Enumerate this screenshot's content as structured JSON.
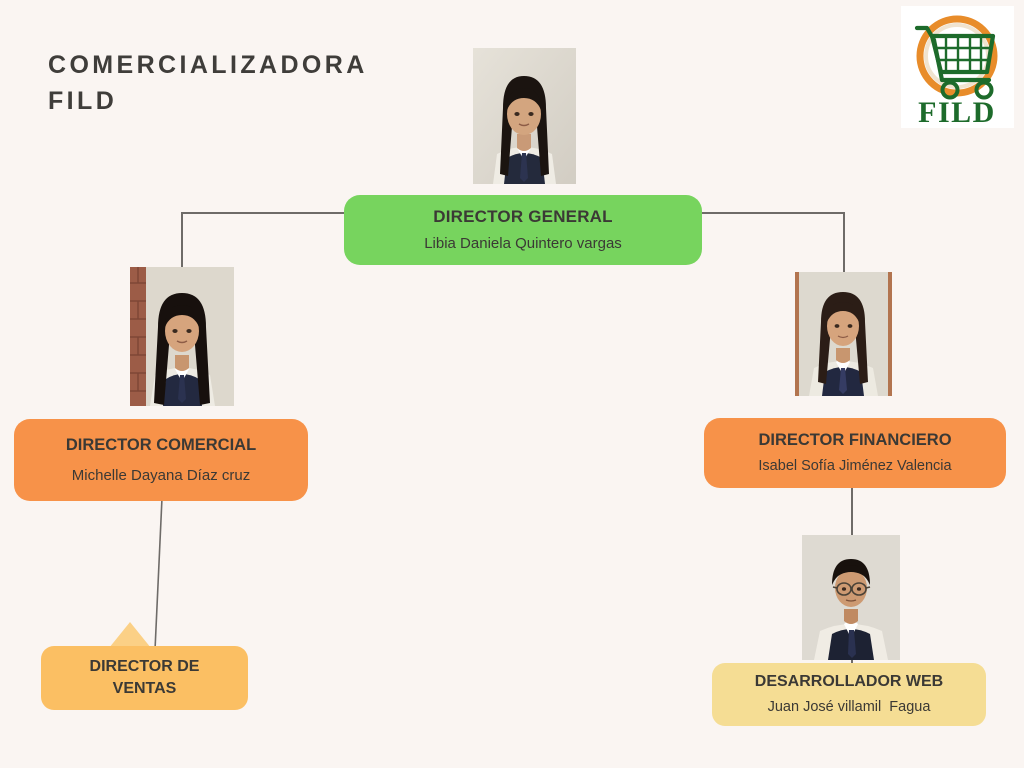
{
  "page": {
    "background_color": "#faf5f2",
    "title": "COMERCIALIZADORA\nFILD",
    "title_color": "#3f3d3a"
  },
  "logo": {
    "name": "fild-logo",
    "wordmark": "FILD",
    "cart_color": "#1d6b2b",
    "ring_color": "#e88c2a",
    "plate_color": "#ffffff"
  },
  "chart_meta": {
    "type": "org-chart",
    "line_color": "#6e6b68"
  },
  "nodes": {
    "general": {
      "role": "DIRECTOR GENERAL",
      "person": "Libia Daniela Quintero vargas",
      "color": "#77d45e",
      "photo_alt": "portrait-director-general"
    },
    "comercial": {
      "role": "DIRECTOR COMERCIAL",
      "person": "Michelle Dayana Díaz cruz",
      "color": "#f79249",
      "photo_alt": "portrait-director-comercial"
    },
    "financiero": {
      "role": "DIRECTOR FINANCIERO",
      "person": "Isabel Sofía Jiménez Valencia",
      "color": "#f79249",
      "photo_alt": "portrait-director-financiero"
    },
    "ventas": {
      "role": "DIRECTOR DE\nVENTAS",
      "person": "",
      "color": "#fbbf63"
    },
    "web": {
      "role": "DESARROLLADOR WEB",
      "person": "Juan José villamil  Fagua",
      "color": "#f5dd94",
      "photo_alt": "portrait-desarrollador-web"
    }
  }
}
